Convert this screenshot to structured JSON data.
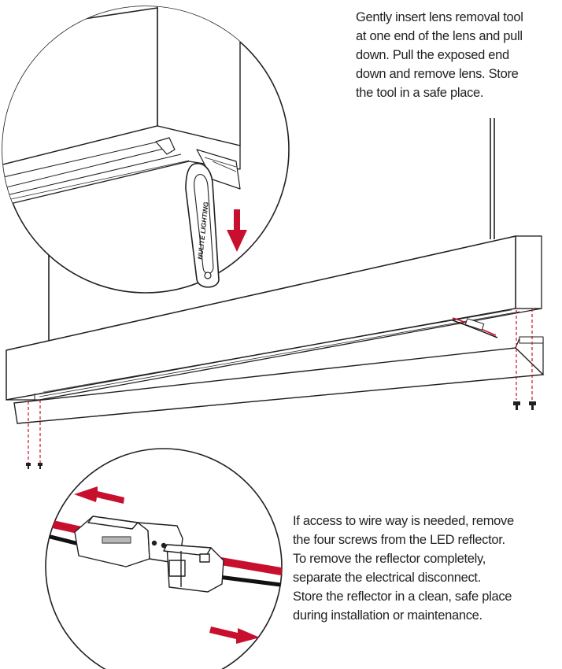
{
  "instructions": {
    "lens_removal": {
      "lines": [
        "Gently insert lens removal tool",
        "at one end of the lens and pull",
        "down. Pull the exposed end",
        "down and remove lens. Store",
        "the tool in a safe place."
      ]
    },
    "wire_way": {
      "lines": [
        "If access to wire way is needed, remove",
        "the four screws from the LED reflector.",
        "To remove the reflector completely,",
        "separate the electrical disconnect.",
        "Store the reflector in a clean, safe place",
        "during installation or maintenance."
      ]
    }
  },
  "tool_label": "NULITE LIGHTING",
  "colors": {
    "line": "#231f20",
    "accent_red": "#c8102e",
    "wire_black": "#111111",
    "background": "#ffffff"
  },
  "icons": {
    "pull_arrow": "arrow-down-icon",
    "disconnect_arrows": [
      "arrow-left-icon",
      "arrow-right-icon"
    ]
  }
}
